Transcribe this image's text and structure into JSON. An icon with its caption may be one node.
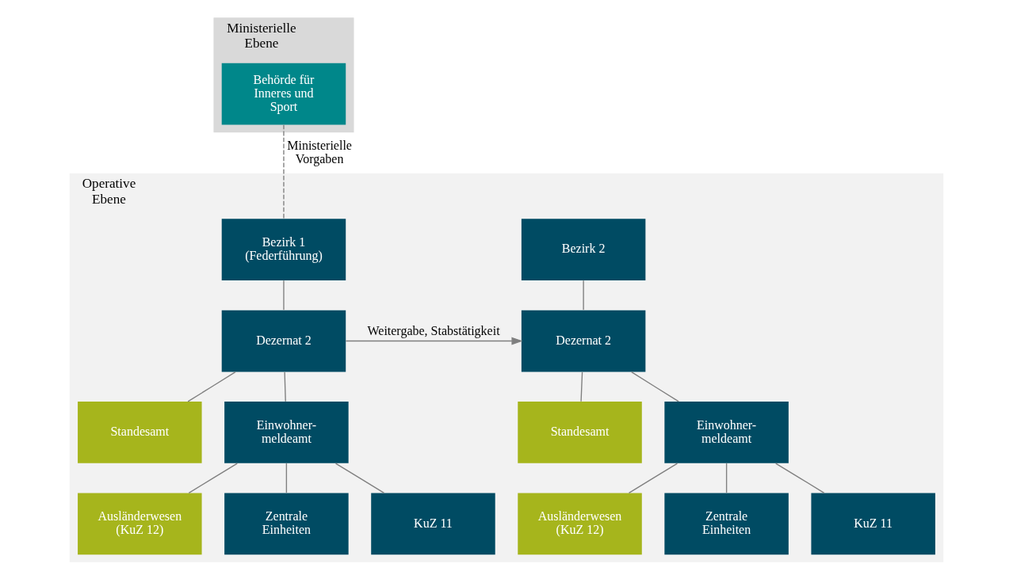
{
  "diagram": {
    "nodes": [
      {
        "text": [
          "Ministerielle Ebene"
        ]
      },
      {
        "text": [
          "Behörde für Inneres und Sport"
        ],
        "in": 0
      },
      {
        "text": [
          "Operative Ebene"
        ]
      },
      {
        "text": [
          "Bezirk 1 (Federführung)"
        ],
        "in": 2
      },
      {
        "text": [
          "Dezernat 2"
        ],
        "in": 2
      },
      {
        "text": [
          "Standesamt"
        ],
        "in": 2
      },
      {
        "text": [
          "Einwohner- meldeamt"
        ],
        "in": 2
      },
      {
        "text": [
          "Ausländerwesen (KuZ 12)"
        ],
        "in": 2
      },
      {
        "text": [
          "Zentrale Einheiten"
        ],
        "in": 2
      },
      {
        "text": [
          "KuZ 11"
        ],
        "in": 2
      },
      {
        "text": [
          "Bezirk 2"
        ],
        "in": 2
      },
      {
        "text": [
          "Dezernat 2"
        ],
        "in": 2
      },
      {
        "text": [
          "Standesamt"
        ],
        "in": 2
      },
      {
        "text": [
          "Einwohner- meldeamt"
        ],
        "in": 2
      },
      {
        "text": [
          "Ausländerwesen (KuZ 12)"
        ],
        "in": 2
      },
      {
        "text": [
          "Zentrale Einheiten"
        ],
        "in": 2
      },
      {
        "text": [
          "KuZ 11"
        ],
        "in": 2
      }
    ],
    "edges": [
      {
        "from": 1,
        "to": 3,
        "arrow": "none",
        "style": "dashed",
        "label": "Ministerielle Vorgaben"
      },
      {
        "from": 3,
        "to": 4,
        "arrow": "none"
      },
      {
        "from": 4,
        "to": 5,
        "arrow": "none"
      },
      {
        "from": 4,
        "to": 6,
        "arrow": "none"
      },
      {
        "from": 6,
        "to": 7,
        "arrow": "none"
      },
      {
        "from": 6,
        "to": 8,
        "arrow": "none"
      },
      {
        "from": 6,
        "to": 9,
        "arrow": "none"
      },
      {
        "from": 4,
        "to": 11,
        "arrow": "to",
        "label": "Weitergabe, Stabstätigkeit"
      },
      {
        "from": 10,
        "to": 11,
        "arrow": "none"
      },
      {
        "from": 11,
        "to": 12,
        "arrow": "none"
      },
      {
        "from": 11,
        "to": 13,
        "arrow": "none"
      },
      {
        "from": 13,
        "to": 14,
        "arrow": "none"
      },
      {
        "from": 13,
        "to": 15,
        "arrow": "none"
      },
      {
        "from": 13,
        "to": 16,
        "arrow": "none"
      }
    ]
  }
}
